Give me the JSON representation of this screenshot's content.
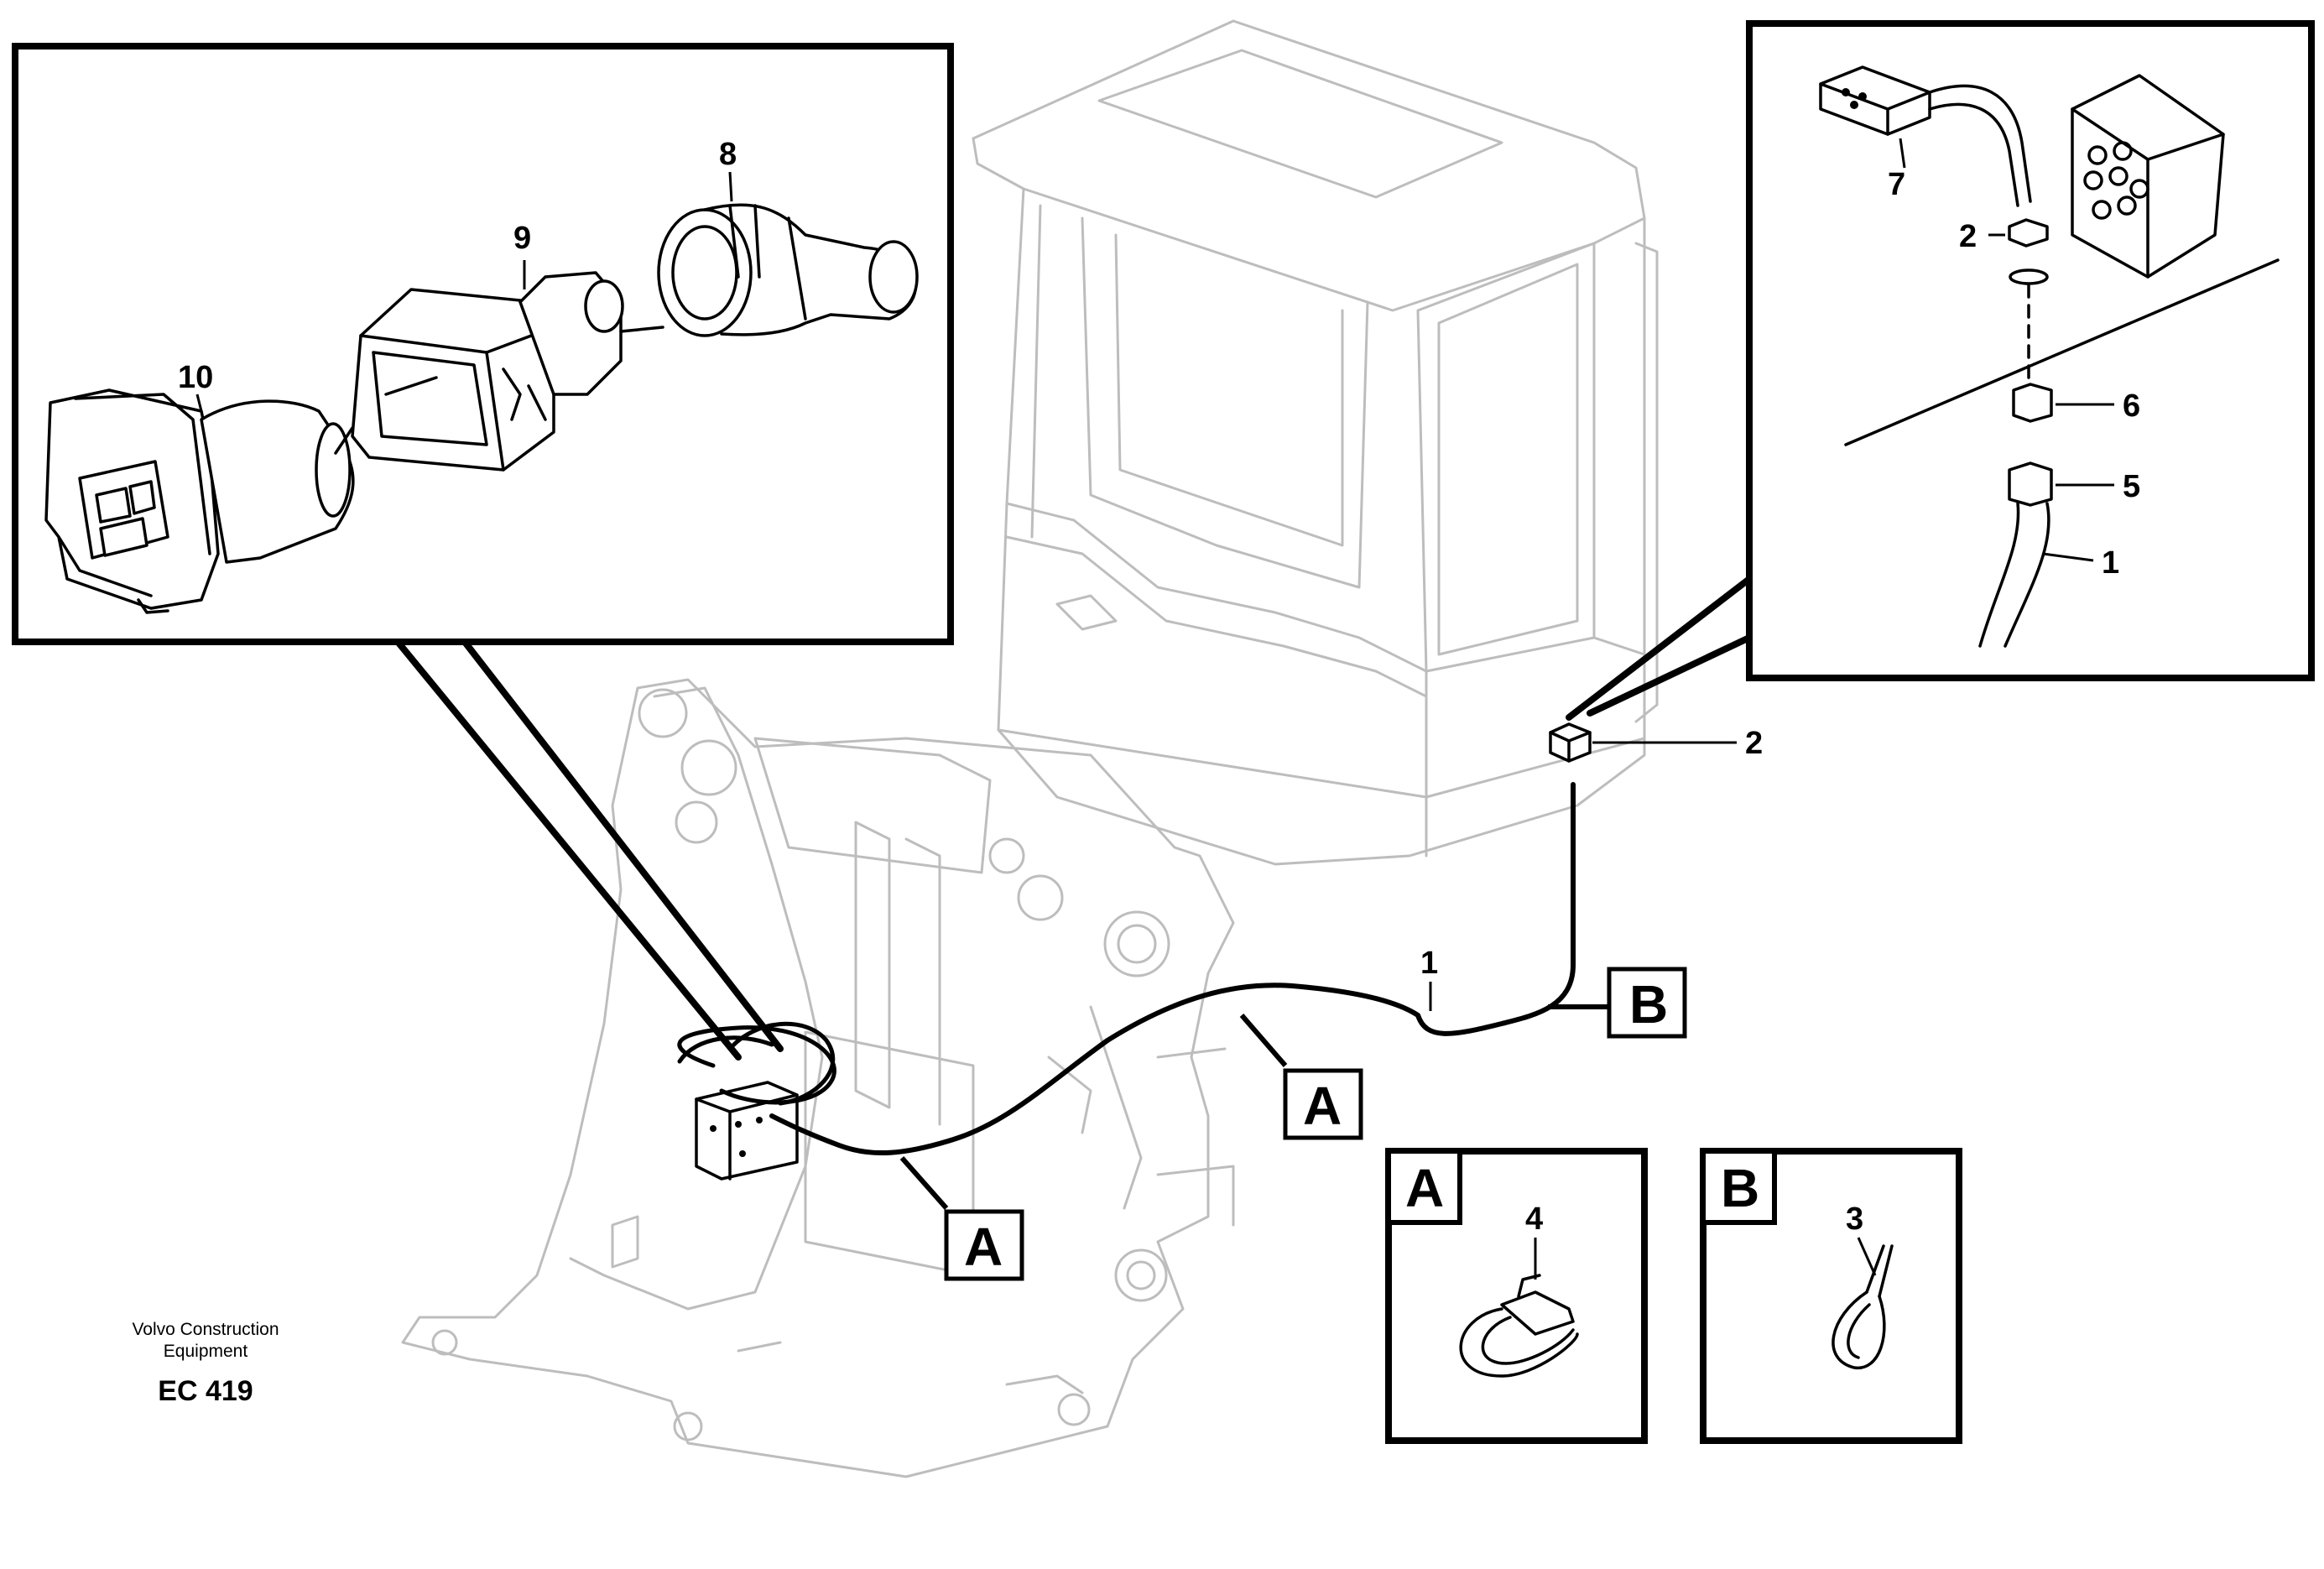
{
  "callouts": {
    "c1_main": "1",
    "c2_main": "2",
    "c1_inset": "1",
    "c2_inset": "2",
    "c3": "3",
    "c4": "4",
    "c5": "5",
    "c6": "6",
    "c7": "7",
    "c8": "8",
    "c9": "9",
    "c10": "10"
  },
  "refs": {
    "a1": "A",
    "a2": "A",
    "b1": "B",
    "detail_a": "A",
    "detail_b": "B"
  },
  "credit": {
    "line1": "Volvo Construction",
    "line2": "Equipment",
    "code": "EC 419"
  }
}
